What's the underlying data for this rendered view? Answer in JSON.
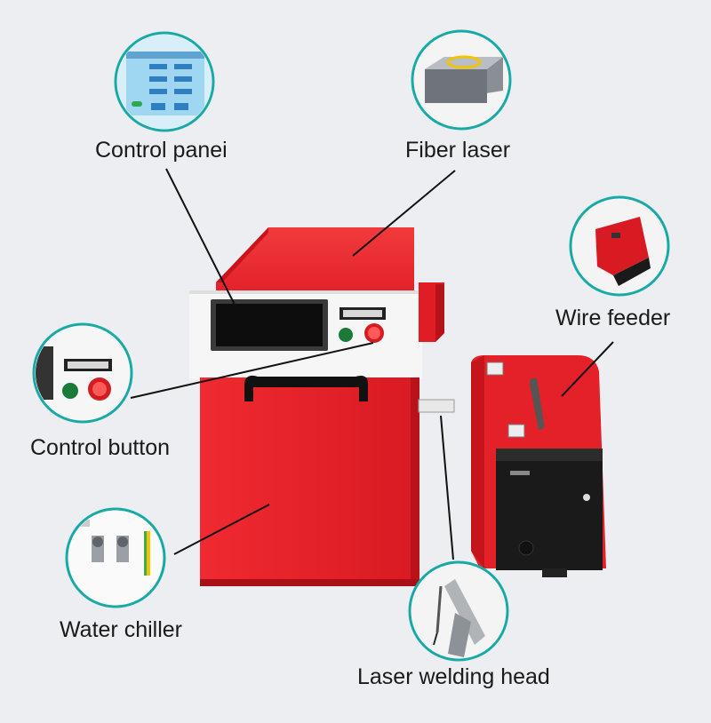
{
  "labels": {
    "control_panel": "Control panei",
    "fiber_laser": "Fiber laser",
    "wire_feeder": "Wire feeder",
    "control_button": "Control button",
    "water_chiller": "Water chiller",
    "laser_welding_head": "Laser welding head"
  },
  "colors": {
    "background": "#eceef2",
    "machine_red": "#e8202a",
    "machine_red_dark": "#b5121a",
    "panel_white": "#f4f4f4",
    "callout_ring": "#19a9a6",
    "screen_blue": "#9fd6f2"
  },
  "icons": {
    "control_panel_thumb": "touchscreen-icon",
    "fiber_laser_thumb": "laser-source-icon",
    "wire_feeder_thumb": "wire-feeder-icon",
    "control_button_thumb": "buttons-icon",
    "water_chiller_thumb": "water-connector-icon",
    "welding_head_thumb": "welding-gun-icon"
  }
}
